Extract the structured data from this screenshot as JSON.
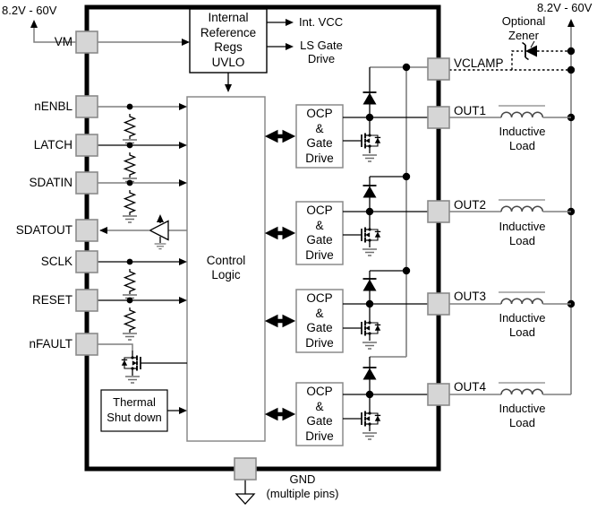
{
  "supplies": {
    "left": "8.2V - 60V",
    "right": "8.2V - 60V"
  },
  "pins": {
    "left": [
      "VM",
      "nENBL",
      "LATCH",
      "SDATIN",
      "SDATOUT",
      "SCLK",
      "RESET",
      "nFAULT"
    ],
    "right": [
      "VCLAMP",
      "OUT1",
      "OUT2",
      "OUT3",
      "OUT4"
    ],
    "bottom": "GND",
    "bottom_note": "(multiple pins)"
  },
  "blocks": {
    "reference": {
      "lines": [
        "Internal",
        "Reference",
        "Regs",
        "UVLO"
      ]
    },
    "control": {
      "lines": [
        "Control",
        "Logic"
      ]
    },
    "thermal": {
      "lines": [
        "Thermal",
        "Shut down"
      ]
    },
    "ocp": {
      "lines": [
        "OCP",
        "&",
        "Gate",
        "Drive"
      ]
    }
  },
  "reference_outputs": {
    "int_vcc": "Int. VCC",
    "ls_gate": [
      "LS Gate",
      "Drive"
    ]
  },
  "zener_note": {
    "lines": [
      "Optional",
      "Zener"
    ]
  },
  "load_label": {
    "lines": [
      "Inductive",
      "Load"
    ]
  },
  "icons": {
    "clamp_diode": "diode-up",
    "zener": "zener-diode",
    "nmos": "n-mosfet",
    "ground": "signal-ground",
    "chassis_ground": "open-triangle-ground"
  },
  "colors": {
    "pin_fill": "#d6d6d6",
    "pin_border": "#8a8a8a",
    "wire_gray": "#7f7f7f",
    "wire_black": "#000000",
    "ic_border": "#000000"
  }
}
